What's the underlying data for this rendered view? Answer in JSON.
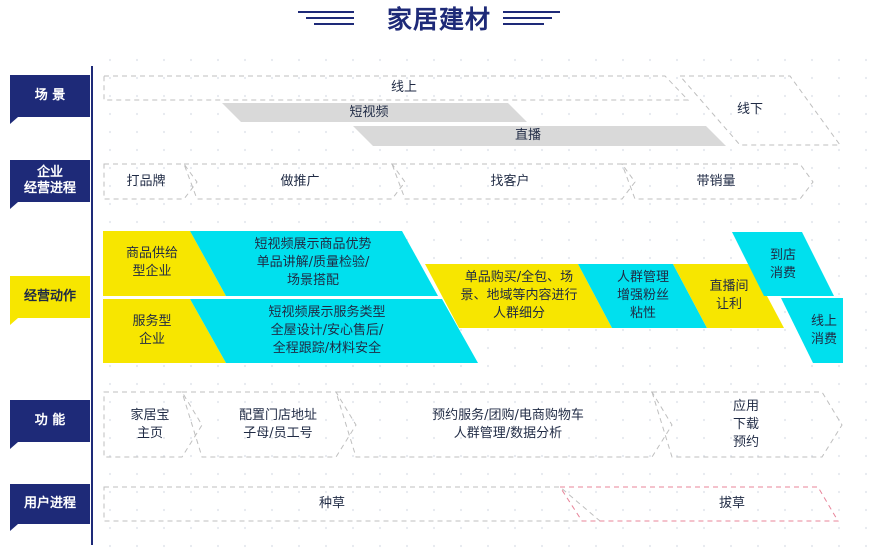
{
  "title": "家居建材",
  "colors": {
    "navy": "#1e2a78",
    "yellow": "#f7e600",
    "cyan": "#00e0ee",
    "gray": "#d9d9d9",
    "dash": "#bfbfbf",
    "pink_dash": "#e8849a"
  },
  "rows": {
    "scene": "场 景",
    "enterprise": "企业\n经营进程",
    "action": "经营动作",
    "function": "功 能",
    "user": "用户进程"
  },
  "scene": {
    "online": "线上",
    "offline": "线下",
    "short_video": "短视频",
    "live": "直播"
  },
  "enterprise_steps": [
    "打品牌",
    "做推广",
    "找客户",
    "带销量"
  ],
  "actions": {
    "supply_type": "商品供给\n型企业",
    "service_type": "服务型\n企业",
    "supply_desc": "短视频展示商品优势\n单品讲解/质量检验/\n场景搭配",
    "service_desc": "短视频展示服务类型\n全屋设计/安心售后/\n全程跟踪/材料安全",
    "purchase": "单品购买/全包、场\n景、地域等内容进行\n人群细分",
    "crowd": "人群管理\n增强粉丝\n粘性",
    "live_room": "直播间\n让利",
    "to_store": "到店\n消费",
    "online_consume": "线上\n消费"
  },
  "functions": [
    "家居宝\n主页",
    "配置门店地址\n子母/员工号",
    "预约服务/团购/电商购物车\n人群管理/数据分析",
    "应用\n下载\n预约"
  ],
  "user_steps": [
    "种草",
    "拔草"
  ]
}
